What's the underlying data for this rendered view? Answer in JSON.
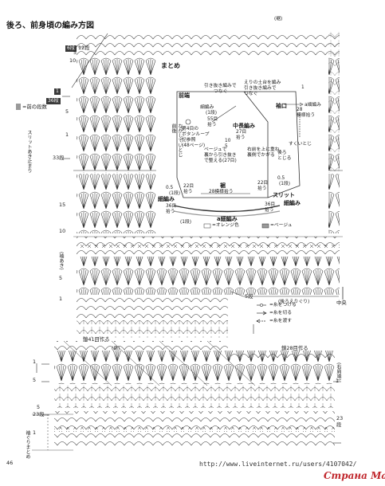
{
  "title": "後ろ、前身頃の編み方図",
  "hem_label": "(裾)",
  "labels": {
    "r6": "6段",
    "r12": "12段",
    "r5": "5",
    "r10": "10",
    "r1": "1",
    "r36": "36段",
    "row_legend": "=前の段数",
    "r5b": "5",
    "r1b": "1",
    "slit_stop": "スリットあき止まり",
    "r33": "33段",
    "r15": "15",
    "r10b": "10",
    "r5c": "5",
    "r1c": "1",
    "sleeve_open": "(袖あき)",
    "r5_right": "5段",
    "back_neck": "(後ろえりぐり)",
    "center": "中央",
    "ch41": "鎖41目作る",
    "yoke": "(肩)",
    "ch28": "鎖28目作る",
    "shoulder_r": "(右肩端)",
    "r5d": "5",
    "r1d": "1",
    "r1e": "1",
    "r5e": "5",
    "r23": "23段",
    "r1f": "1",
    "r23_right": "23",
    "r_dan": "段",
    "neck_bottom": "袖ぐりまとめ",
    "page_number": "46"
  },
  "legend_marks": {
    "attach": "=糸をつける",
    "cut": "=糸を切る",
    "pass": "=糸を渡す"
  },
  "inset": {
    "title": "まとめ",
    "front_edge": "前端",
    "chain_st": "細編み",
    "slip": "引き抜き編みで",
    "slip2": "つなぐ",
    "collar": "えりの土台を編み",
    "collar2": "引き抜き編みで",
    "collar3": "つなぐ",
    "r1": "1",
    "cuff": "袖口",
    "c28": "28",
    "c28b": "模様拾う",
    "a_chain": "a細編み",
    "r1b": "(1段)",
    "r55": "55目",
    "pick": "拾う",
    "button": "第4目の",
    "button2": "ボタンループ",
    "button3": "記参照",
    "button4": "(48ページ)",
    "mid": "中長編み",
    "r27": "27目",
    "pick2": "拾う",
    "tuck": "すくいとじ",
    "front": "前後",
    "front2": "ながしていとじ",
    "beige": "ベージュで",
    "beige2": "裏から引き抜き",
    "beige3": "で整える(27目)",
    "overlap": "右前を上に重ね、",
    "overlap2": "裏側でかがる",
    "r10": "10",
    "r5": "5",
    "back": "後ろ",
    "back2": "とじる",
    "r05": "0.5",
    "r1c": "(1段)",
    "r22": "22目",
    "pick3": "拾う",
    "chain": "細編み",
    "r36": "36目",
    "pick4": "拾う",
    "hem": "裾",
    "hem28": "28模様拾う",
    "slit": "スリット",
    "chain2": "細編み",
    "r05b": "0.5",
    "r1d": "(1段)",
    "r22b": "22目",
    "pick5": "拾う",
    "r36b": "36目",
    "pick6": "拾う",
    "a_chain2": "a細編み",
    "r1e": "(1段)",
    "orange": "=オレンジ色",
    "beige_l": "=ベージュ"
  },
  "url": "http://www.liveinternet.ru/users/4107042/",
  "watermark": "Страна Мам",
  "colors": {
    "ink": "#1a1a1a",
    "orange_swatch": "#ffffff",
    "beige_swatch": "#9a9a9a",
    "brand": "#c0262c"
  }
}
